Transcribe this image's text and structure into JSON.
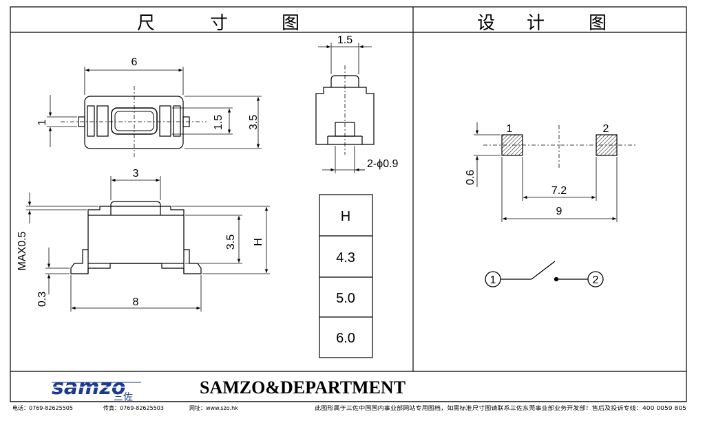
{
  "header": {
    "left_title": [
      "尺",
      "寸",
      "图"
    ],
    "right_title": [
      "设",
      "计",
      "图"
    ]
  },
  "top_view": {
    "width": "6",
    "body_height": "3.5",
    "window_height": "1.5",
    "pin_width": "1"
  },
  "side_view": {
    "width": "1.5",
    "pin_spec": "2-ϕ0.9"
  },
  "front_view": {
    "button_width": "3",
    "total_width": "8",
    "body_height": "3.5",
    "total_height": "H",
    "max_protrusion": "MAX0.5",
    "standoff": "0.3"
  },
  "height_table": {
    "header": "H",
    "values": [
      "4.3",
      "5.0",
      "6.0"
    ]
  },
  "pcb_layout": {
    "pad_1_label": "1",
    "pad_2_label": "2",
    "inner_distance": "7.2",
    "outer_distance": "9",
    "pad_size": "0.6"
  },
  "schematic": {
    "terminal_1": "1",
    "terminal_2": "2"
  },
  "footer": {
    "logo_text": "samzo",
    "logo_cjk": "三佐",
    "department": "SAMZO&DEPARTMENT",
    "phone": "电话：0769-82625505",
    "fax": "传真：0769-82625503",
    "website": "网址：www.szo.hk",
    "notice": "此图形属于三佐中国国内事业部网站专用图档，如需标准尺寸图请联系三佐东莞事业部业务开发部！售后及投诉专线：400 0059 805"
  }
}
